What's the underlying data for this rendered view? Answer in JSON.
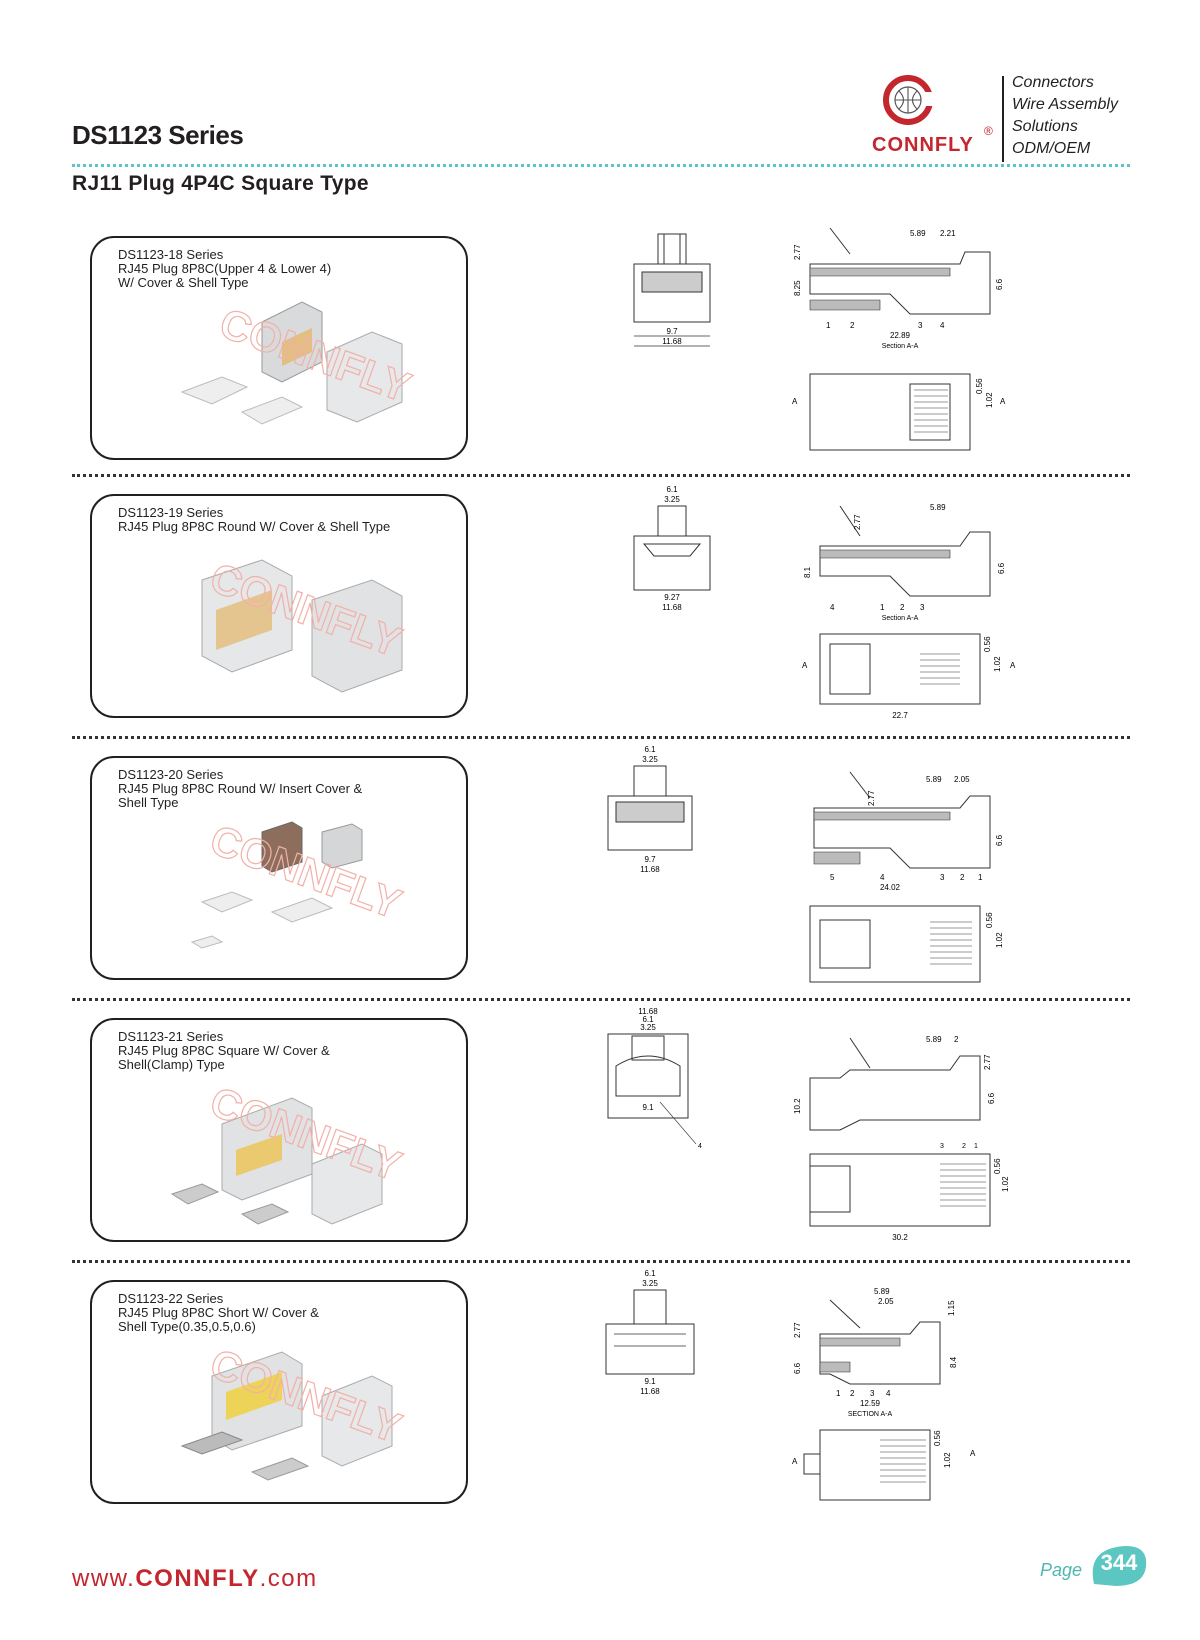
{
  "header": {
    "series_title": "DS1123 Series",
    "subtitle": "RJ11 Plug 4P4C Square Type"
  },
  "brand": {
    "name": "CONNFLY",
    "taglines": [
      "Connectors",
      "Wire Assembly",
      "Solutions",
      "ODM/OEM"
    ],
    "color": "#c4262e",
    "accent": "#5cc6c2"
  },
  "products": [
    {
      "lines": [
        "DS1123-18 Series",
        "RJ45 Plug 8P8C(Upper 4 & Lower 4)",
        "W/ Cover & Shell Type"
      ],
      "front": {
        "top": "",
        "mid": "",
        "w1": "9.7",
        "w2": "11.68"
      },
      "side": {
        "dims": [
          "5.89",
          "2.21",
          "2.77",
          "8.25",
          "6.6",
          "22.89"
        ],
        "callouts": [
          "1",
          "2",
          "3",
          "4"
        ],
        "section": "Section A-A"
      },
      "bottom": {
        "dims": [
          "0.56",
          "1.02"
        ],
        "marker": "A",
        "length": ""
      }
    },
    {
      "lines": [
        "DS1123-19 Series",
        "RJ45 Plug 8P8C Round W/ Cover & Shell Type"
      ],
      "front": {
        "top": "6.1",
        "mid": "3.25",
        "w1": "9.27",
        "w2": "11.68"
      },
      "side": {
        "dims": [
          "5.89",
          "",
          "2.77",
          "8.1",
          "6.6",
          ""
        ],
        "callouts": [
          "4",
          "1",
          "2",
          "3"
        ],
        "section": "Section A-A"
      },
      "bottom": {
        "dims": [
          "0.56",
          "1.02"
        ],
        "marker": "A",
        "length": "22.7"
      }
    },
    {
      "lines": [
        "DS1123-20 Series",
        "RJ45 Plug 8P8C Round W/ Insert Cover &",
        "Shell Type"
      ],
      "front": {
        "top": "6.1",
        "mid": "3.25",
        "w1": "9.7",
        "w2": "11.68"
      },
      "side": {
        "dims": [
          "5.89",
          "2.05",
          "2.77",
          "",
          "6.6",
          "24.02"
        ],
        "callouts": [
          "5",
          "4",
          "3",
          "2",
          "1"
        ],
        "section": ""
      },
      "bottom": {
        "dims": [
          "0.56",
          "1.02"
        ],
        "marker": "",
        "length": ""
      }
    },
    {
      "lines": [
        "DS1123-21 Series",
        "RJ45 Plug 8P8C Square W/ Cover &",
        "Shell(Clamp) Type"
      ],
      "front": {
        "top": "11.68",
        "mid": "6.1",
        "mid2": "3.25",
        "w1": "9.1",
        "w2": "",
        "callout": "4"
      },
      "side": {
        "dims": [
          "5.89",
          "2",
          "2.77",
          "10.2",
          "6.6",
          ""
        ],
        "callouts": [
          "3",
          "2",
          "1"
        ],
        "section": ""
      },
      "bottom": {
        "dims": [
          "0.56",
          "1.02"
        ],
        "marker": "",
        "length": "30.2"
      }
    },
    {
      "lines": [
        "DS1123-22 Series",
        "RJ45 Plug 8P8C Short W/ Cover &",
        "Shell Type(0.35,0.5,0.6)"
      ],
      "front": {
        "top": "6.1",
        "mid": "3.25",
        "w1": "9.1",
        "w2": "11.68"
      },
      "side": {
        "dims": [
          "5.89",
          "2.05",
          "2.77",
          "6.6",
          "8.4",
          "12.59",
          "1.15"
        ],
        "callouts": [
          "1",
          "2",
          "3",
          "4"
        ],
        "section": "SECTION A-A"
      },
      "bottom": {
        "dims": [
          "0.56",
          "1.02"
        ],
        "marker": "A",
        "length": ""
      }
    }
  ],
  "footer": {
    "url_prefix": "www.",
    "url_brand": "CONNFLY",
    "url_suffix": ".com",
    "page_label": "Page",
    "page_number": "344"
  }
}
